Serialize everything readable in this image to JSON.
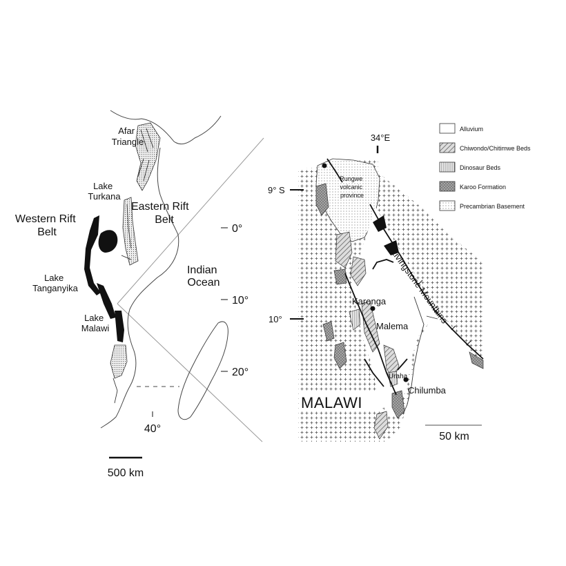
{
  "left_map": {
    "labels": {
      "afar": [
        "Afar",
        "Triangle"
      ],
      "turkana": [
        "Lake",
        "Turkana"
      ],
      "eastern_rift": [
        "Eastern Rift",
        "Belt"
      ],
      "western_rift": [
        "Western Rift",
        "Belt"
      ],
      "tanganyika": [
        "Lake",
        "Tanganyika"
      ],
      "malawi_lake": [
        "Lake",
        "Malawi"
      ],
      "indian_ocean": [
        "Indian",
        "Ocean"
      ]
    },
    "latitudes": [
      "0°",
      "10°",
      "20°"
    ],
    "longitude": "40°",
    "scale_bar": "500 km"
  },
  "right_map": {
    "longitude": "34°E",
    "latitudes": [
      "9° S",
      "10°"
    ],
    "labels": {
      "rungwe": [
        "Rungwe",
        "volcanic",
        "province"
      ],
      "livingstone": "Livingstone Mountains",
      "karonga": "Karonga",
      "malema": "Malema",
      "uraha": "Uraha",
      "chilumba": "Chilumba",
      "country": "MALAWI"
    },
    "scale_bar": "50 km"
  },
  "legend": [
    {
      "label": "Alluvium",
      "pattern": "blank"
    },
    {
      "label": "Chiwondo/Chitimwe Beds",
      "pattern": "diagonal"
    },
    {
      "label": "Dinosaur Beds",
      "pattern": "vertical"
    },
    {
      "label": "Karoo Formation",
      "pattern": "crosshatch"
    },
    {
      "label": "Precambrian Basement",
      "pattern": "dots"
    }
  ]
}
